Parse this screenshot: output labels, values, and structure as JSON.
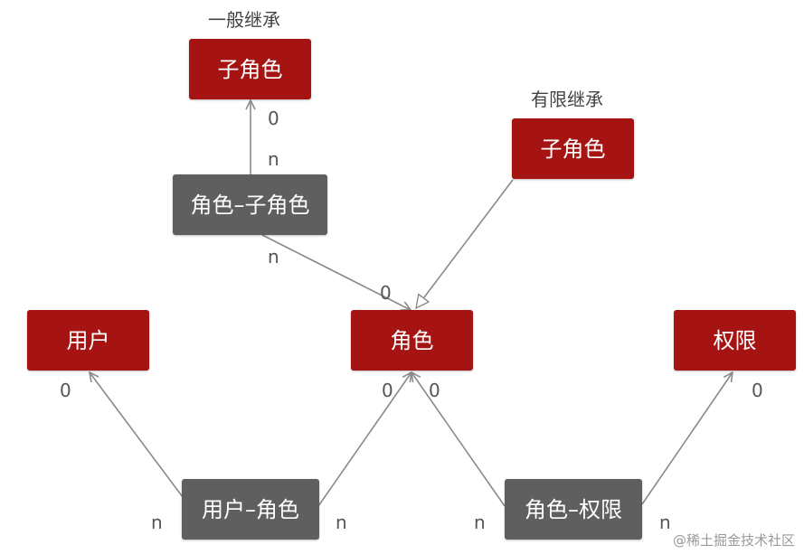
{
  "captions": {
    "general_inheritance": "一般继承",
    "limited_inheritance": "有限继承"
  },
  "nodes": {
    "child_role_general": "子角色",
    "child_role_limited": "子角色",
    "role_child_role": "角色–子角色",
    "user": "用户",
    "role": "角色",
    "permission": "权限",
    "user_role": "用户–角色",
    "role_permission": "角色–权限"
  },
  "multiplicity": {
    "zero": "0",
    "many": "n"
  },
  "watermark": "@稀土掘金技术社区",
  "colors": {
    "entity": "#a51412",
    "association": "#5f5f5f",
    "edge": "#8a8a8a"
  }
}
